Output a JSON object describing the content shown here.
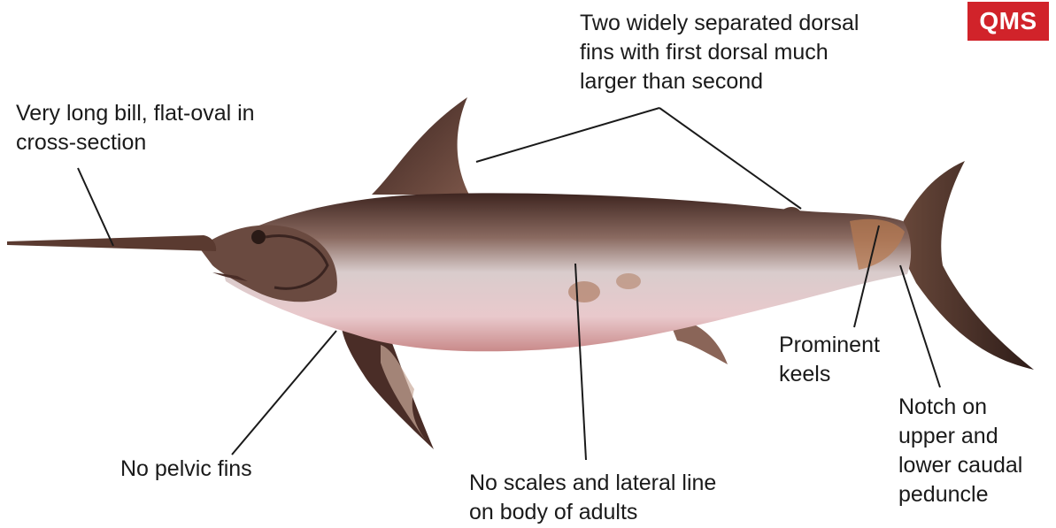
{
  "logo": {
    "text": "QMS",
    "color": "#d1232a"
  },
  "annotations": [
    {
      "id": "bill",
      "text": "Very long bill, flat-oval in\ncross-section"
    },
    {
      "id": "dorsal",
      "text": "Two widely separated dorsal\nfins with first dorsal much\nlarger than second"
    },
    {
      "id": "keels",
      "text": "Prominent\nkeels"
    },
    {
      "id": "notch",
      "text": "Notch on\nupper and\nlower caudal\npeduncle"
    },
    {
      "id": "pelvic",
      "text": "No pelvic fins"
    },
    {
      "id": "scales",
      "text": "No scales and lateral line\non body of adults"
    }
  ],
  "colors": {
    "text": "#1a1a1a",
    "leader_line": "#1a1a1a",
    "fish_dark": "#4a2a22",
    "fish_belly": "#e8d7d6"
  }
}
